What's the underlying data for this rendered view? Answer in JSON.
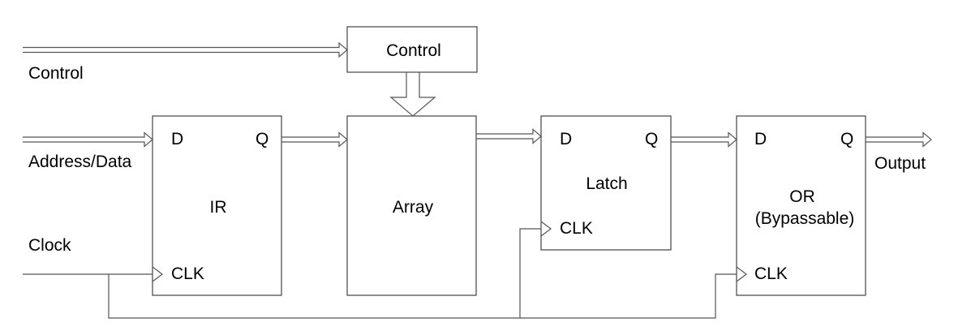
{
  "inputs": {
    "control": "Control",
    "address_data": "Address/Data",
    "clock": "Clock"
  },
  "blocks": {
    "control": {
      "label": "Control"
    },
    "ir": {
      "label": "IR",
      "d": "D",
      "q": "Q",
      "clk": "CLK"
    },
    "array": {
      "label": "Array"
    },
    "latch": {
      "label": "Latch",
      "d": "D",
      "q": "Q",
      "clk": "CLK"
    },
    "or": {
      "label_line1": "OR",
      "label_line2": "(Bypassable)",
      "d": "D",
      "q": "Q",
      "clk": "CLK"
    }
  },
  "outputs": {
    "output": "Output"
  },
  "colors": {
    "stroke": "#555555",
    "text": "#000000"
  }
}
